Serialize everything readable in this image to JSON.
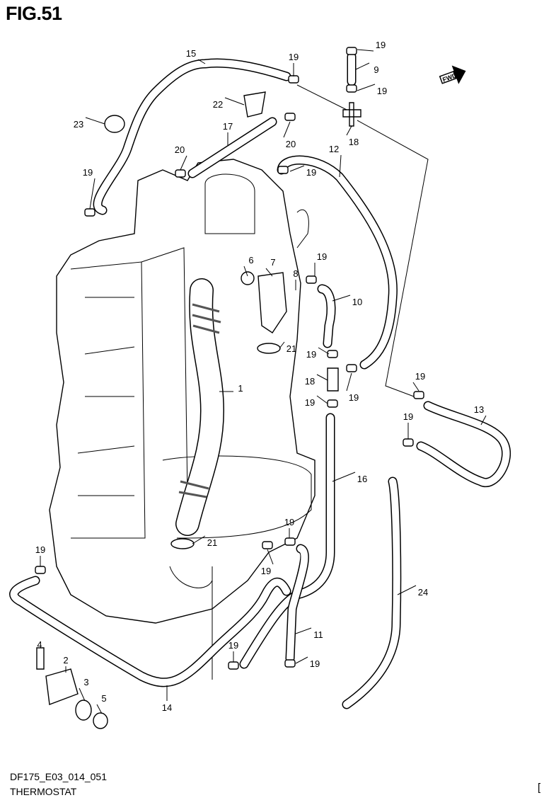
{
  "figure": {
    "title": "FIG.51",
    "code": "DF175_E03_014_051",
    "caption": "THERMOSTAT",
    "edge_mark": "[",
    "direction_badge": "FWD"
  },
  "callouts": [
    "15",
    "19",
    "19",
    "9",
    "19",
    "22",
    "23",
    "17",
    "20",
    "18",
    "20",
    "12",
    "19",
    "19",
    "6",
    "7",
    "8",
    "19",
    "10",
    "21",
    "19",
    "18",
    "19",
    "19",
    "19",
    "1",
    "13",
    "19",
    "16",
    "19",
    "19",
    "21",
    "19",
    "24",
    "11",
    "19",
    "19",
    "4",
    "2",
    "3",
    "5",
    "14"
  ]
}
